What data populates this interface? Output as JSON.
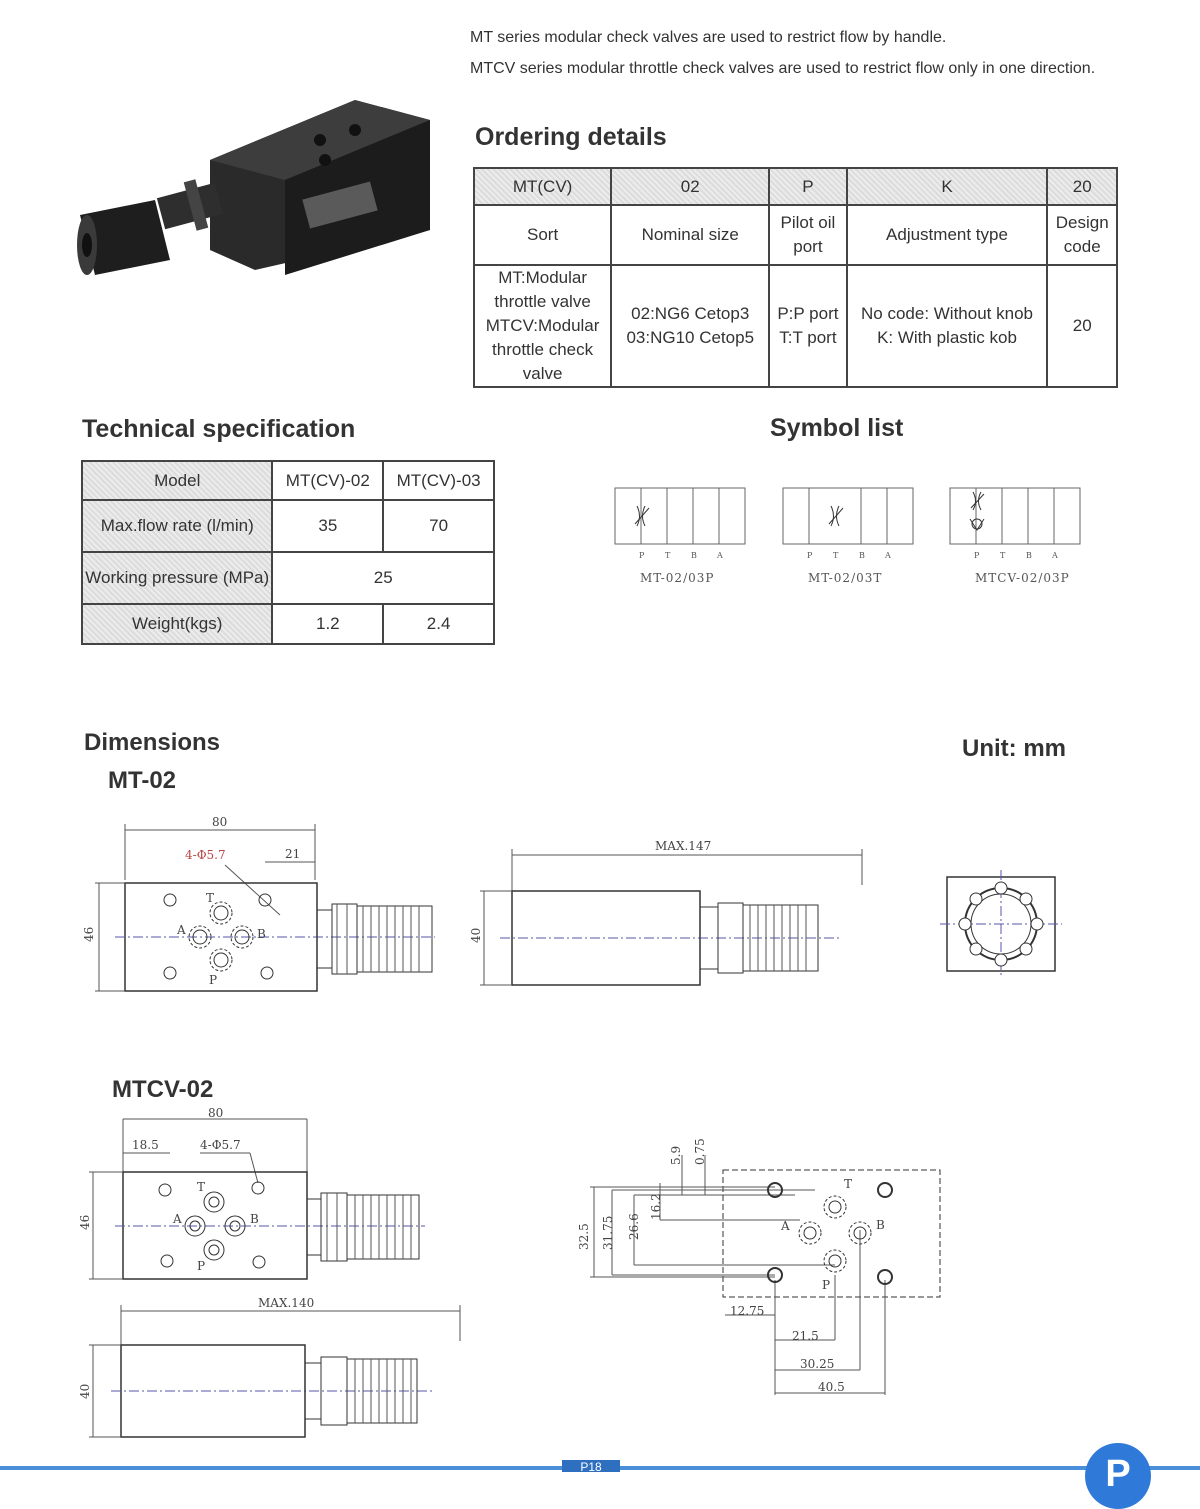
{
  "intro": {
    "line1": "MT series modular check valves are used to restrict flow by handle.",
    "line2": "MTCV series modular throttle check valves are used to restrict flow only in one direction."
  },
  "ordering": {
    "title": "Ordering details",
    "codes": [
      "MT(CV)",
      "02",
      "P",
      "K",
      "20"
    ],
    "labels": [
      "Sort",
      "Nominal size",
      "Pilot oil port",
      "Adjustment type",
      "Design code"
    ],
    "values": [
      [
        "MT:Modular throttle valve",
        "MTCV:Modular throttle check valve"
      ],
      [
        "02:NG6 Cetop3",
        "03:NG10 Cetop5"
      ],
      [
        "P:P port",
        "T:T port"
      ],
      [
        "No code: Without knob",
        "K: With plastic kob"
      ],
      [
        "20"
      ]
    ]
  },
  "tech": {
    "title": "Technical specification",
    "headers": [
      "Model",
      "MT(CV)-02",
      "MT(CV)-03"
    ],
    "rows": [
      {
        "label": "Max.flow rate (l/min)",
        "v1": "35",
        "v2": "70"
      },
      {
        "label": "Working pressure (MPa)",
        "v": "25"
      },
      {
        "label": "Weight(kgs)",
        "v1": "1.2",
        "v2": "2.4"
      }
    ]
  },
  "symbols": {
    "title": "Symbol list",
    "items": [
      "MT-02/03P",
      "MT-02/03T",
      "MTCV-02/03P"
    ],
    "ports": [
      "P",
      "T",
      "B",
      "A"
    ]
  },
  "dimensions": {
    "title": "Dimensions",
    "unit": "Unit: mm",
    "mt02": {
      "title": "MT-02",
      "width": "80",
      "holes": "4-Φ5.7",
      "offset": "21",
      "height": "46",
      "max_len": "MAX.147",
      "side_h": "40"
    },
    "mtcv02": {
      "title": "MTCV-02",
      "width": "80",
      "offset": "18.5",
      "holes": "4-Φ5.7",
      "height": "46",
      "max_len": "MAX.140",
      "side_h": "40"
    },
    "port_layout": {
      "v": [
        "32.5",
        "31.75",
        "26.6",
        "16.2",
        "5.9",
        "0.75"
      ],
      "h": [
        "12.75",
        "21.5",
        "30.25",
        "40.5"
      ]
    },
    "port_labels": [
      "T",
      "A",
      "B",
      "P"
    ]
  },
  "footer": {
    "page": "P18",
    "logo": "P"
  }
}
